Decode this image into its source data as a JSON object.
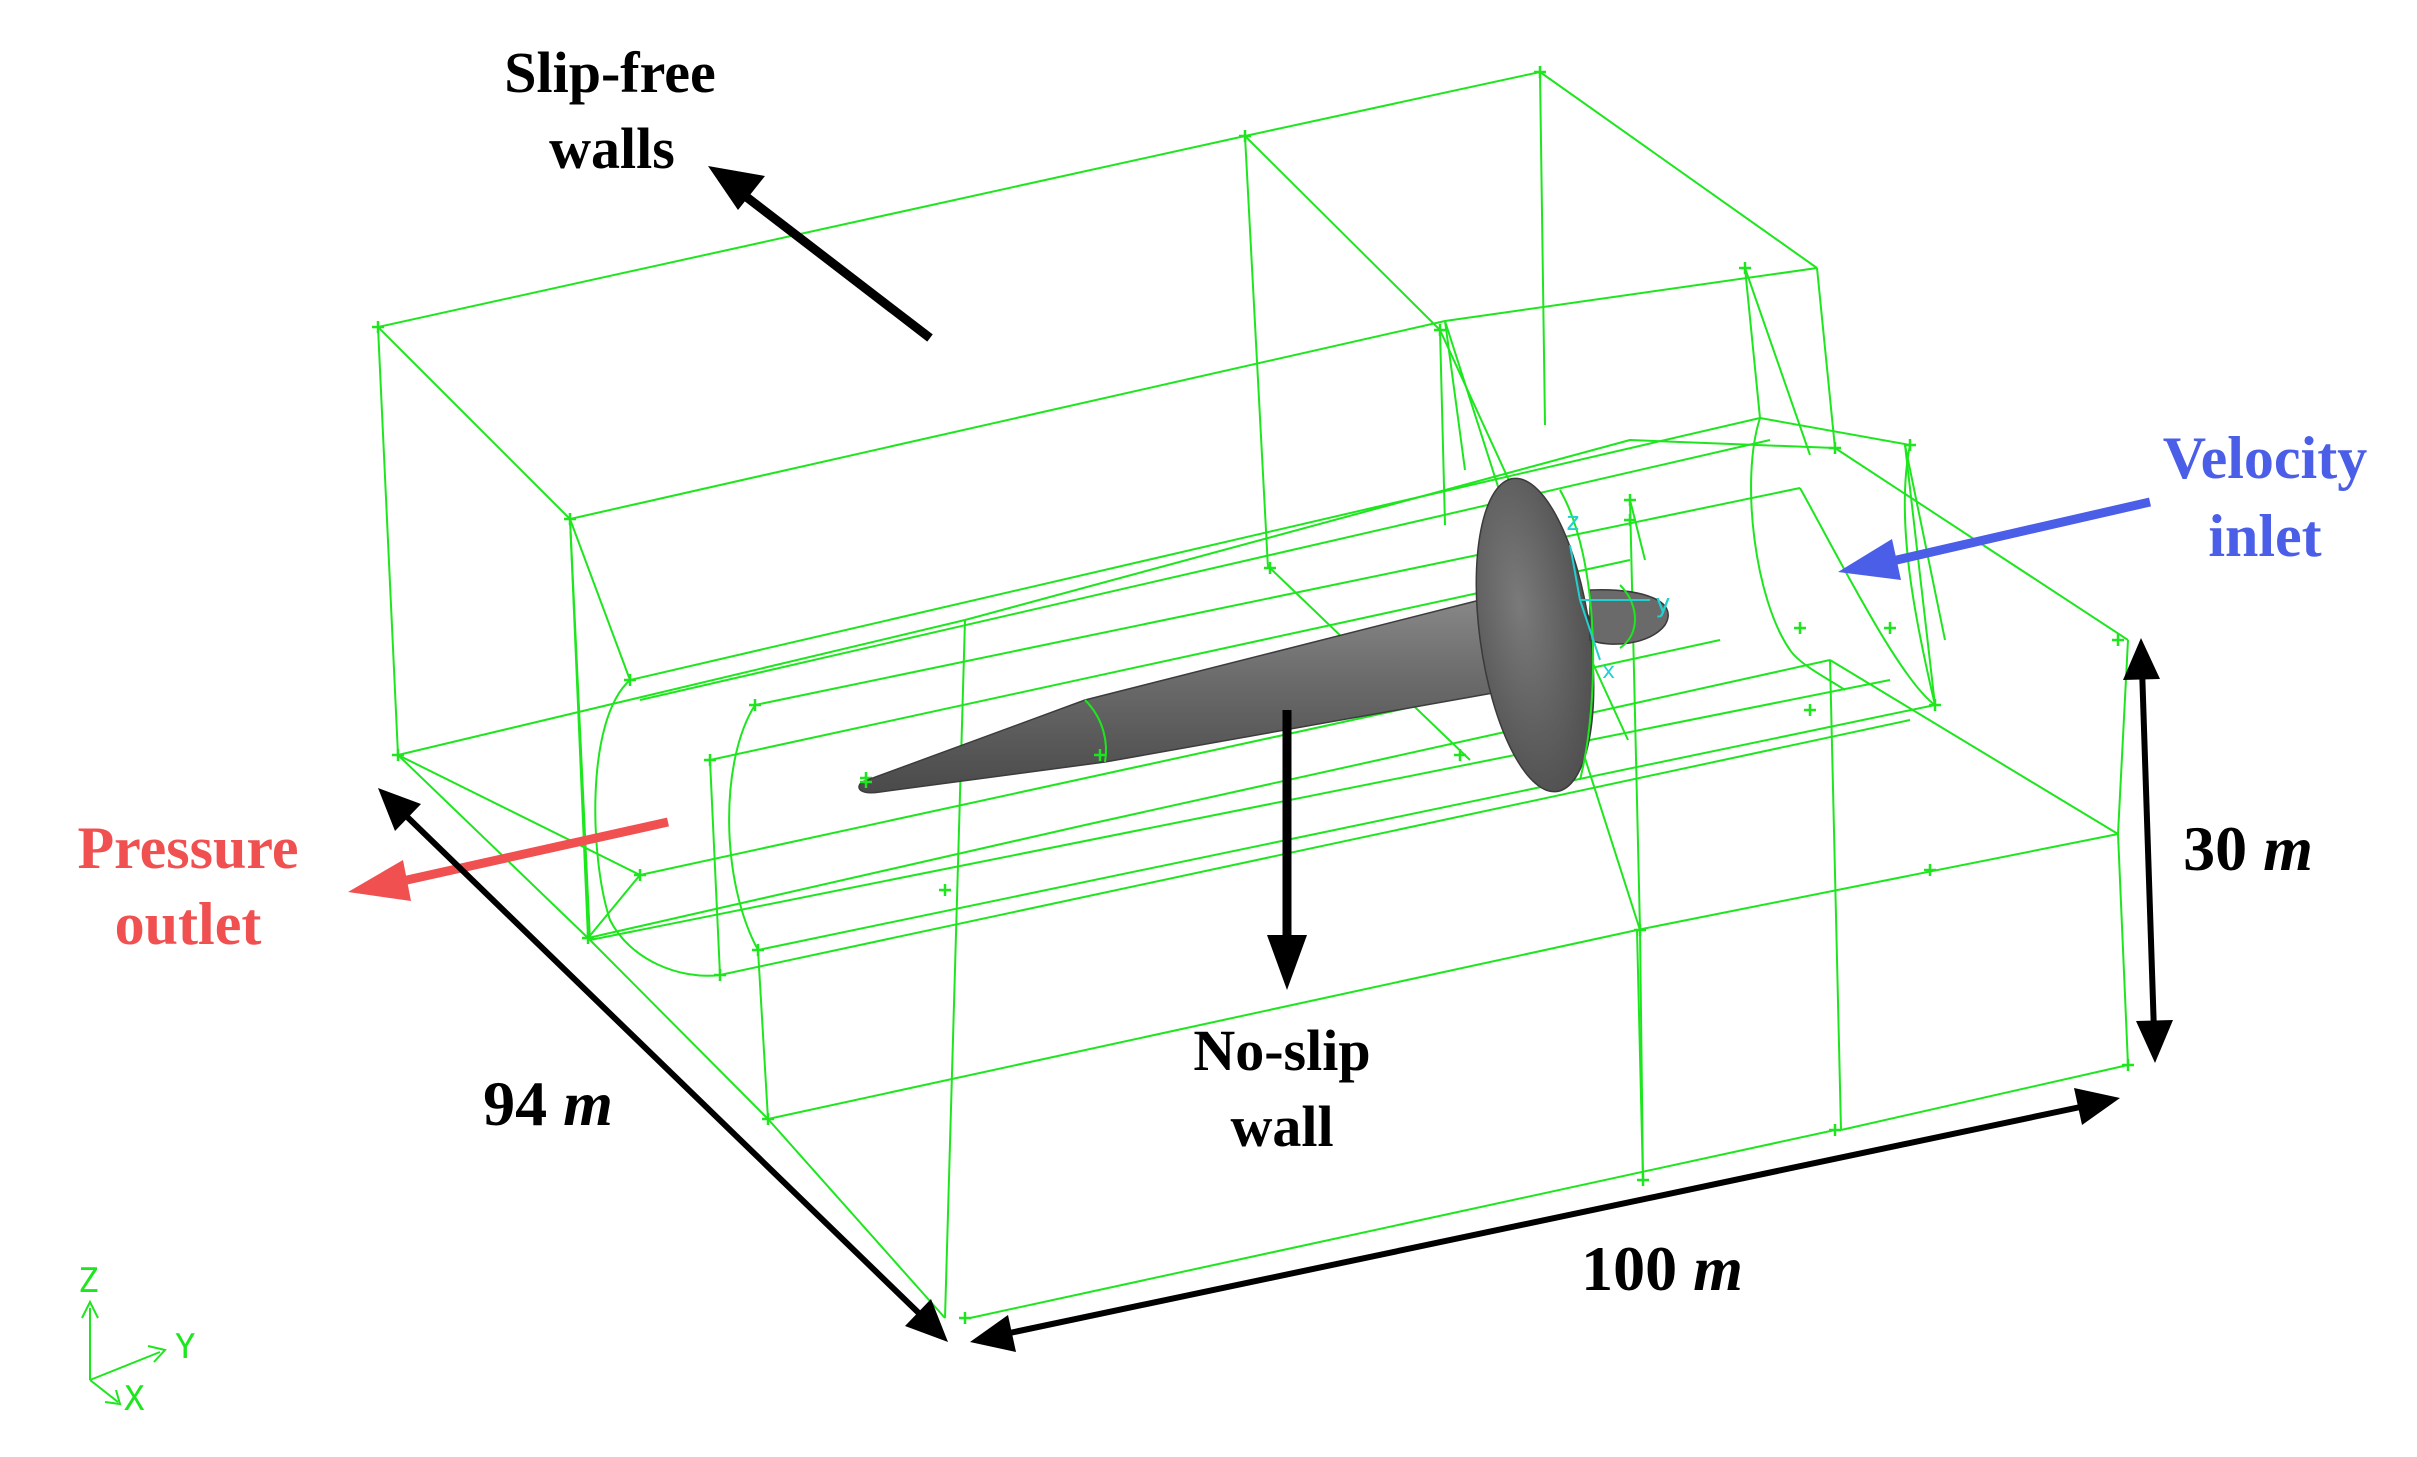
{
  "labels": {
    "slip_free_line1": "Slip-free",
    "slip_free_line2": "walls",
    "velocity_line1": "Velocity",
    "velocity_line2": "inlet",
    "pressure_line1": "Pressure",
    "pressure_line2": "outlet",
    "no_slip_line1": "No-slip",
    "no_slip_line2": "wall"
  },
  "dimensions": {
    "height_value": "30",
    "length_value": "100",
    "width_value": "94",
    "unit": "m"
  },
  "triad": {
    "z": "Z",
    "y": "Y",
    "x": "X"
  },
  "local_axes": {
    "z": "z",
    "y": "y",
    "x": "x"
  },
  "colors": {
    "wireframe": "#1ee61e",
    "velocity_inlet": "#4a5ee8",
    "pressure_outlet": "#f05050",
    "text": "#000000",
    "body": "#5f5f5f",
    "local_axes": "#22d0d0"
  },
  "icons": {
    "triad": "xyz-axis-triad-icon",
    "model": "submarine-model-icon"
  }
}
